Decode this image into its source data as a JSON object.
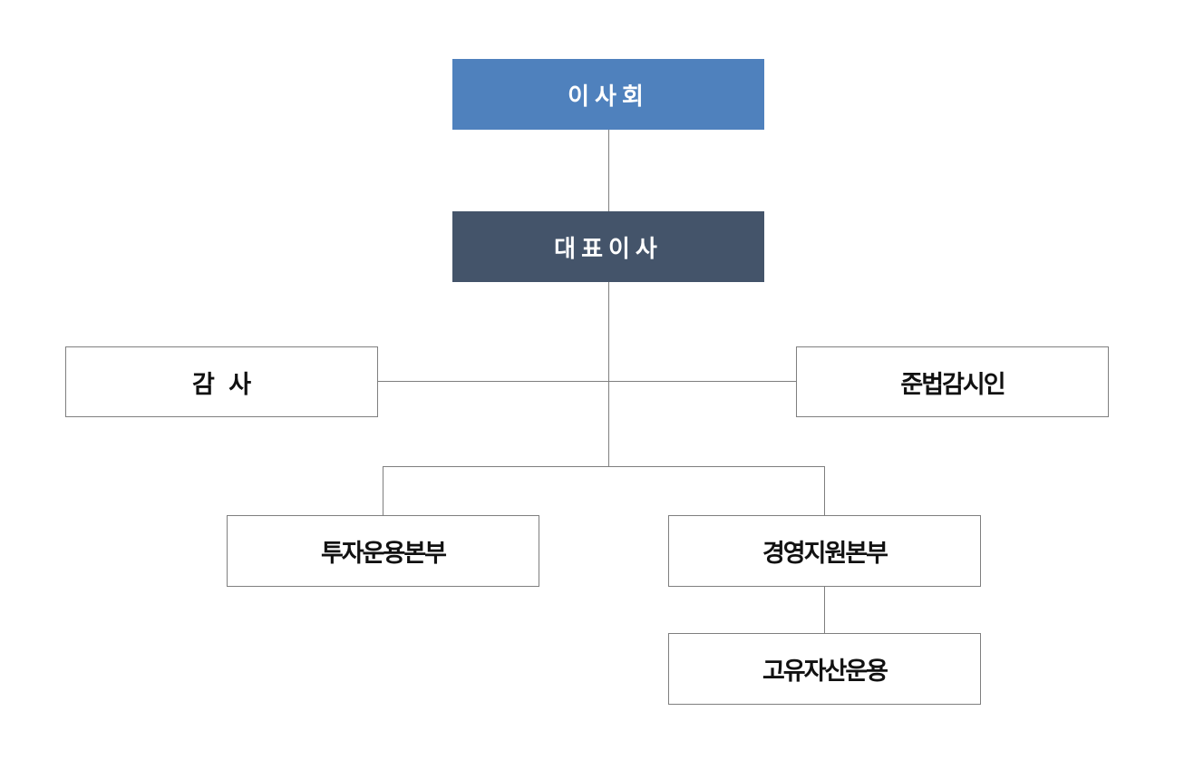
{
  "colors": {
    "board_fill": "#4f81bd",
    "ceo_fill": "#44546a",
    "outline": "#7f7f7f",
    "connector": "#7f7f7f"
  },
  "org_chart": {
    "board": "이사회",
    "ceo": "대표이사",
    "auditor": "감 사",
    "compliance_officer": "준법감시인",
    "investment_division": "투자운용본부",
    "management_division": "경영지원본부",
    "proprietary_investment": "고유자산운용"
  }
}
